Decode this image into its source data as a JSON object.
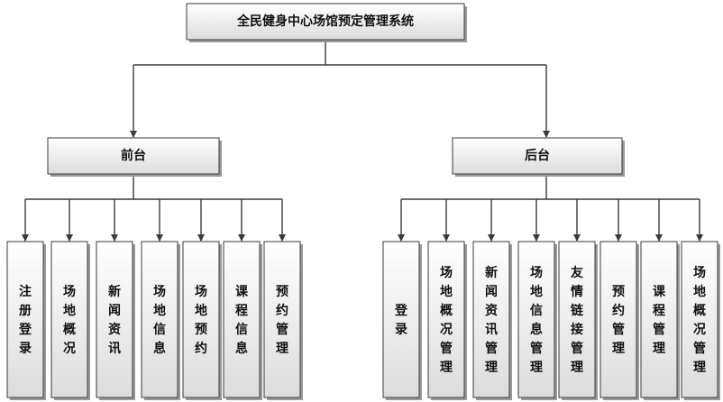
{
  "root": {
    "label": "全民健身中心场馆预定管理系统"
  },
  "branches": [
    {
      "label": "前台",
      "children": [
        "注册登录",
        "场地概况",
        "新闻资讯",
        "场地信息",
        "场地预约",
        "课程信息",
        "预约管理"
      ]
    },
    {
      "label": "后台",
      "children": [
        "登录",
        "场地概况管理",
        "新闻资讯管理",
        "场地信息管理",
        "友情链接管理",
        "预约管理",
        "课程管理",
        "场地概况管理"
      ]
    }
  ]
}
